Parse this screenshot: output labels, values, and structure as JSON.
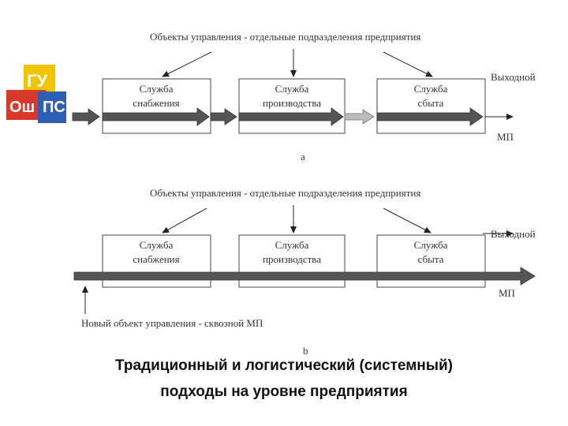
{
  "logo": {
    "letters": [
      "ГУ",
      "Ош",
      "ПС"
    ]
  },
  "diagram_a": {
    "heading": "Объекты управления - отдельные подразделения предприятия",
    "boxes": [
      {
        "line1": "Служба",
        "line2": "снабжения"
      },
      {
        "line1": "Служба",
        "line2": "производства"
      },
      {
        "line1": "Служба",
        "line2": "сбыта"
      }
    ],
    "output_label": "Выходной",
    "mp_label": "МП",
    "letter": "a"
  },
  "diagram_b": {
    "heading": "Объекты управления - отдельные подразделения предприятия",
    "boxes": [
      {
        "line1": "Служба",
        "line2": "снабжения"
      },
      {
        "line1": "Служба",
        "line2": "производства"
      },
      {
        "line1": "Служба",
        "line2": "сбыта"
      }
    ],
    "output_label": "Выходной",
    "mp_label": "МП",
    "new_object_label": "Новый объект управления - сквозной МП",
    "letter": "b"
  },
  "caption": {
    "line1": "Традиционный и логистический  (системный)",
    "line2": "подходы на уровне предприятия"
  },
  "colors": {
    "arrow_fill": "#555555",
    "arrow_light": "#bbbbbb",
    "logo_yellow": "#f2c400",
    "logo_red": "#d83a2a",
    "logo_blue": "#2f5fb3"
  }
}
